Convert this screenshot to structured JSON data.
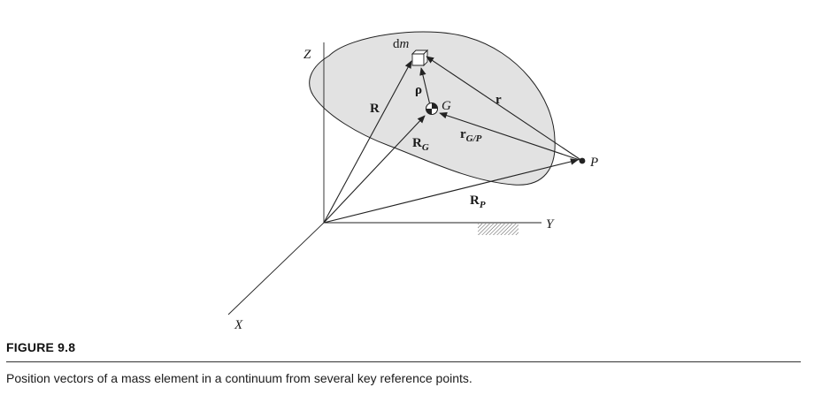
{
  "figure": {
    "number": "FIGURE 9.8",
    "caption": "Position vectors of a mass element in a continuum from several key reference points."
  },
  "labels": {
    "axis_z": "Z",
    "axis_y": "Y",
    "axis_x": "X",
    "mass_element_d": "d",
    "mass_element_m": "m",
    "center_of_mass": "G",
    "point_p": "P",
    "vec_R": "R",
    "vec_R_G": "R",
    "vec_R_G_sub": "G",
    "vec_R_P": "R",
    "vec_R_P_sub": "P",
    "vec_r": "r",
    "vec_r_GP": "r",
    "vec_r_GP_sub": "G/P",
    "vec_rho": "ρ"
  },
  "colors": {
    "body_fill": "#e2e2e2",
    "line": "#222222",
    "hatch": "#555555"
  }
}
